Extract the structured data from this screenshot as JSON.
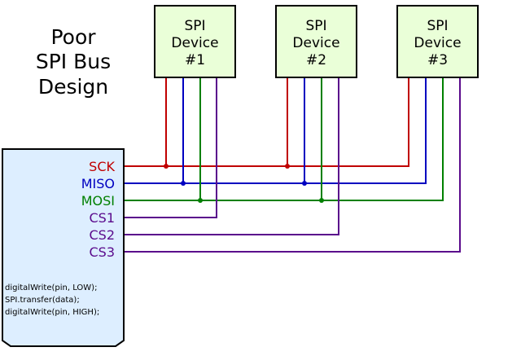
{
  "title_lines": [
    "Poor",
    "SPI Bus",
    "Design"
  ],
  "devices": [
    {
      "lines": [
        "SPI",
        "Device",
        "#1"
      ]
    },
    {
      "lines": [
        "SPI",
        "Device",
        "#2"
      ]
    },
    {
      "lines": [
        "SPI",
        "Device",
        "#3"
      ]
    }
  ],
  "pins": [
    {
      "label": "SCK",
      "color": "#c00000"
    },
    {
      "label": "MISO",
      "color": "#0000c0"
    },
    {
      "label": "MOSI",
      "color": "#008000"
    },
    {
      "label": "CS1",
      "color": "#5a0a8c"
    },
    {
      "label": "CS2",
      "color": "#5a0a8c"
    },
    {
      "label": "CS3",
      "color": "#5a0a8c"
    }
  ],
  "code_lines": [
    "digitalWrite(pin, LOW);",
    "SPI.transfer(data);",
    "digitalWrite(pin, HIGH);"
  ],
  "colors": {
    "device_fill": "#eaffd8",
    "controller_fill": "#ddeeff",
    "outline": "#000000"
  }
}
